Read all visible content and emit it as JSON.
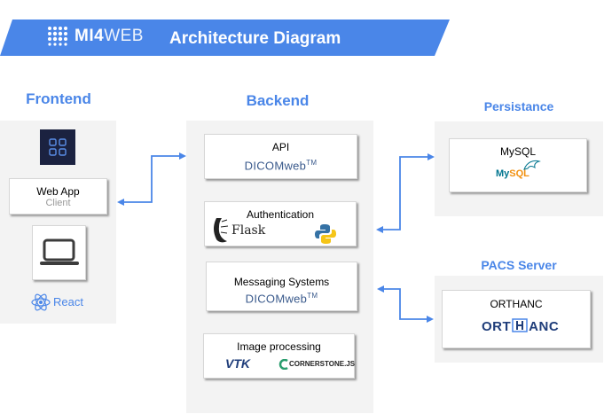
{
  "header": {
    "logo_bold": "MI4",
    "logo_thin": "WEB",
    "title": "Architecture Diagram",
    "banner_color": "#4a86e8"
  },
  "frontend": {
    "title": "Frontend",
    "webapp_label": "Web App",
    "webapp_sub": "Client",
    "react_label": "React"
  },
  "backend": {
    "title": "Backend",
    "api_label": "API",
    "api_tech": "DICOMweb",
    "auth_label": "Authentication",
    "auth_tech": "Flask",
    "messaging_label": "Messaging Systems",
    "messaging_tech": "DICOMweb",
    "tm": "TM",
    "image_label": "Image processing",
    "image_tech_1": "VTK",
    "image_tech_2": "CORNERSTONE.JS"
  },
  "persistance": {
    "title": "Persistance",
    "db_label": "MySQL",
    "db_logo_a": "My",
    "db_logo_b": "SQL"
  },
  "pacs": {
    "title": "PACS Server",
    "server_label": "ORTHANC",
    "logo_a": "ORT",
    "logo_b": "ANC"
  }
}
